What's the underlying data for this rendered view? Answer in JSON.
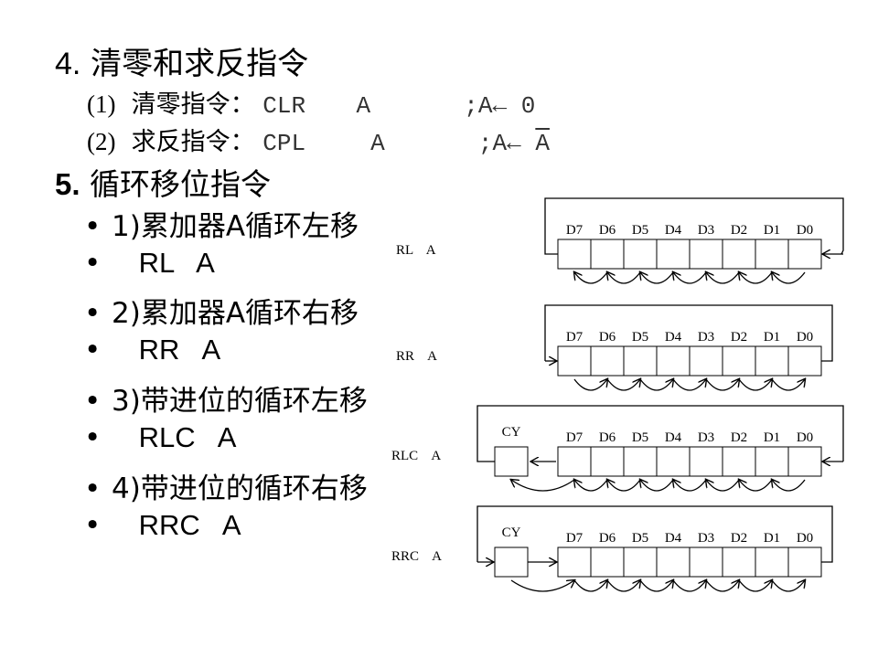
{
  "section4": {
    "number": "4.",
    "title": "清零和求反指令",
    "items": [
      {
        "index": "(1)",
        "label": "清零指令：",
        "mnemonic": "CLR",
        "operand": "A",
        "comment": ";A← 0"
      },
      {
        "index": "(2)",
        "label": "求反指令：",
        "mnemonic": "CPL",
        "operand": "A",
        "comment_prefix": ";A← ",
        "comment_operand": "A"
      }
    ]
  },
  "section5": {
    "number": "5.",
    "title": "循环移位指令",
    "bullets": [
      {
        "text": "1)累加器A循环左移",
        "code": "RL   A"
      },
      {
        "text": "2)累加器A循环右移",
        "code": "RR   A"
      },
      {
        "text": "3)带进位的循环左移",
        "code": "RLC   A"
      },
      {
        "text": "4)带进位的循环右移",
        "code": "RRC   A"
      }
    ]
  },
  "diagrams": {
    "bits": [
      "D7",
      "D6",
      "D5",
      "D4",
      "D3",
      "D2",
      "D1",
      "D0"
    ],
    "carry_label": "CY",
    "labels": [
      "RL    A",
      "RR    A",
      "RLC    A",
      "RRC    A"
    ]
  }
}
